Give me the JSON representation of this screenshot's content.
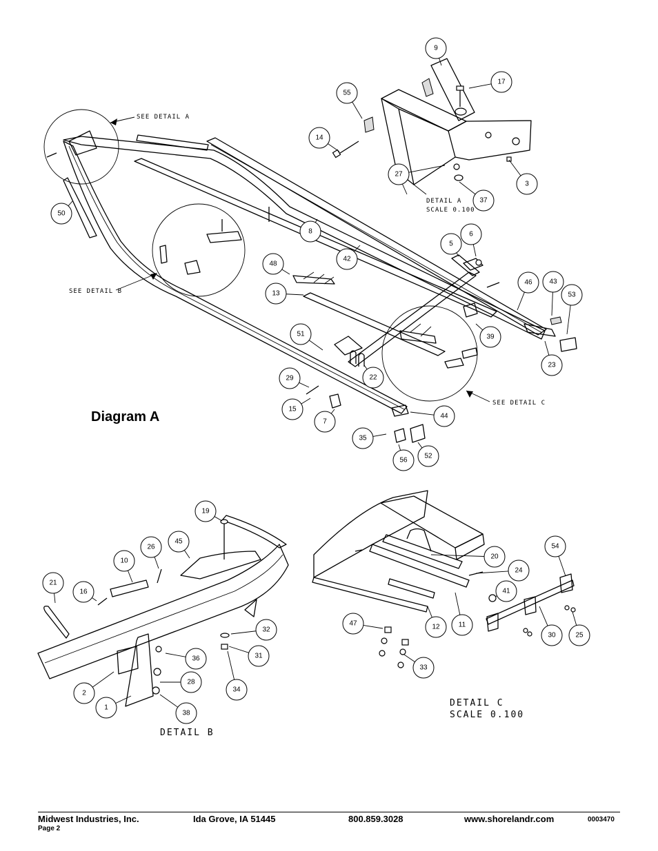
{
  "title": "Diagram A",
  "labels": {
    "see_detail_a": "SEE DETAIL A",
    "see_detail_b": "SEE DETAIL B",
    "see_detail_c": "SEE DETAIL C",
    "detail_a": "DETAIL A",
    "detail_a_scale": "SCALE 0.100",
    "detail_b": "DETAIL B",
    "detail_c": "DETAIL C",
    "detail_c_scale": "SCALE 0.100"
  },
  "callouts": [
    "9",
    "17",
    "55",
    "14",
    "27",
    "37",
    "3",
    "50",
    "8",
    "42",
    "5",
    "6",
    "48",
    "13",
    "46",
    "43",
    "53",
    "51",
    "39",
    "22",
    "23",
    "29",
    "15",
    "7",
    "44",
    "35",
    "52",
    "56",
    "19",
    "26",
    "45",
    "10",
    "21",
    "16",
    "32",
    "36",
    "31",
    "28",
    "2",
    "34",
    "1",
    "38",
    "20",
    "24",
    "54",
    "41",
    "47",
    "12",
    "11",
    "30",
    "25",
    "33"
  ],
  "footer": {
    "company": "Midwest Industries, Inc.",
    "location": "Ida Grove, IA  51445",
    "phone": "800.859.3028",
    "website": "www.shorelandr.com",
    "doc_number": "0003470",
    "page": "Page 2"
  }
}
